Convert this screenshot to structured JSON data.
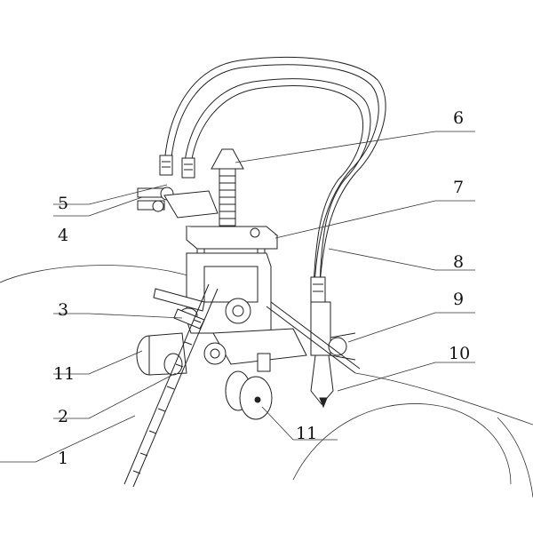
{
  "labels": {
    "l1": "1",
    "l2": "2",
    "l3": "3",
    "l4": "4",
    "l5": "5",
    "l6": "6",
    "l7": "7",
    "l8": "8",
    "l9": "9",
    "l10": "10",
    "l11a": "11",
    "l11b": "11"
  }
}
